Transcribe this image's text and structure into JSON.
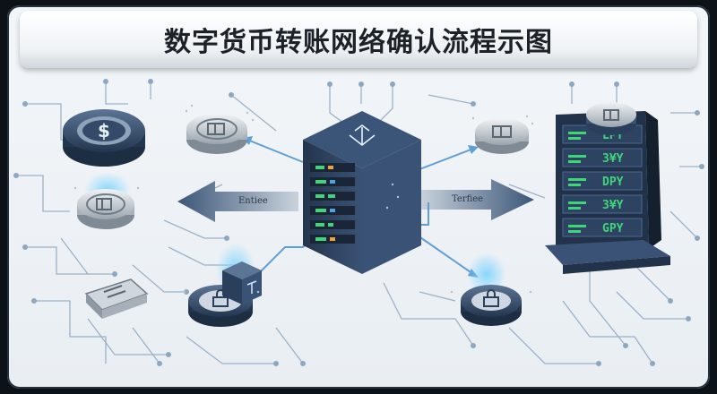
{
  "title": "数字货币转账网络确认流程示图",
  "labels": {
    "left_arrow": "Entiee",
    "right_arrow": "Terfiee"
  },
  "display_rows": [
    "LPY",
    "3¥Y",
    "DPY",
    "3¥Y",
    "GPY"
  ],
  "colors": {
    "navy": "#2f4766",
    "steel": "#9aa6b2",
    "accent": "#4aa8e0",
    "green_led": "#3fd67a",
    "background": "#eef2f6"
  },
  "icons": [
    "dollar-coin-icon",
    "server-icon",
    "wallet-icon",
    "lock-icon",
    "ledger-display-icon",
    "secure-box-icon"
  ]
}
